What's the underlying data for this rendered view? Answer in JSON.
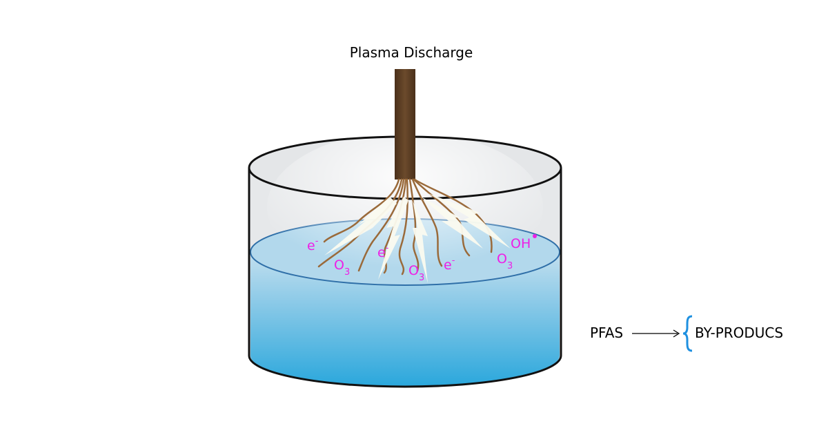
{
  "title": "Plasma Discharge",
  "species": {
    "electron": {
      "base": "e",
      "sup": "-"
    },
    "ozone": {
      "base": "O",
      "sub": "3"
    },
    "hydroxyl": {
      "base": "OH"
    }
  },
  "reaction": {
    "reactant": "PFAS",
    "product": "BY-PRODUCS"
  },
  "colors": {
    "species": "#ee1fe6",
    "water_top": "#a9d3ea",
    "water_bottom": "#2aa7dc",
    "electrode": "#5a3d22",
    "brace": "#1e90e0"
  }
}
